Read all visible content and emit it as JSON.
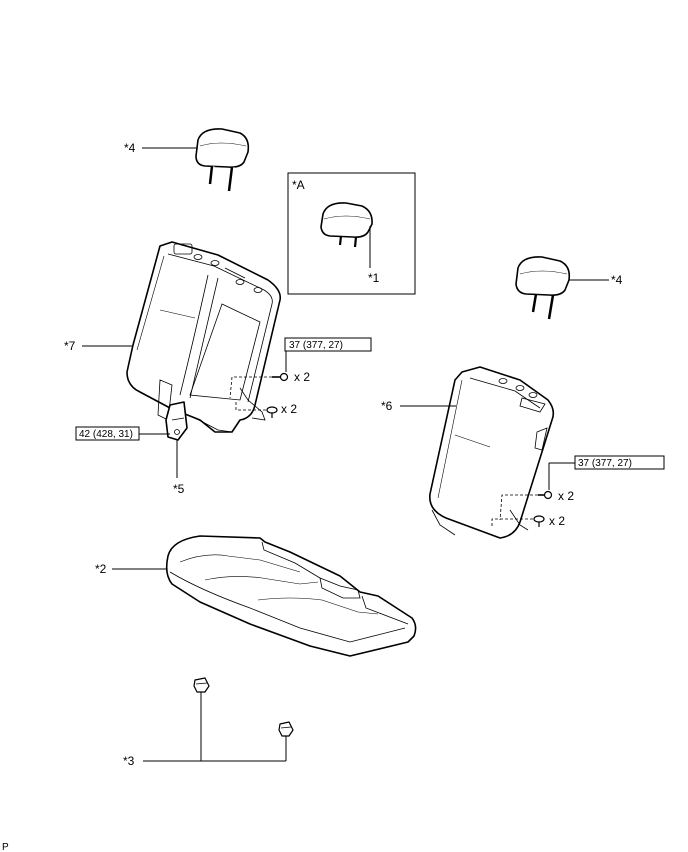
{
  "callouts": {
    "c1": "*1",
    "c2": "*2",
    "c3": "*3",
    "c4_left": "*4",
    "c4_right": "*4",
    "c5": "*5",
    "c6": "*6",
    "c7": "*7"
  },
  "inset": {
    "label": "*A"
  },
  "torque": {
    "left_bolt": "37 (377, 27)",
    "right_bolt": "37 (377, 27)",
    "belt_anchor": "42 (428, 31)"
  },
  "quantities": {
    "left_bolt": "x 2",
    "left_clip": "x 2",
    "right_bolt": "x 2",
    "right_clip": "x 2"
  },
  "corner_mark": "P"
}
